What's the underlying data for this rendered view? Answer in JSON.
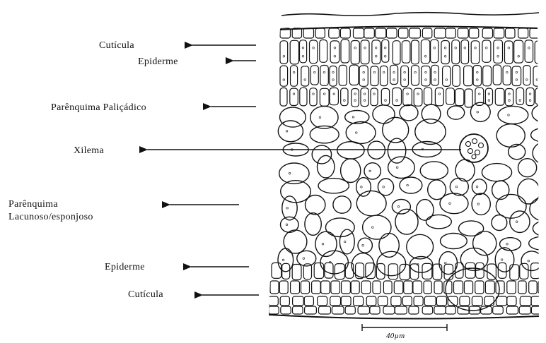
{
  "labels": {
    "cuticula_top": "Cutícula",
    "epiderme_top": "Epiderme",
    "palicadico": "Parênquima Paliçádico",
    "xilema": "Xilema",
    "lacunoso_line1": "Parênquima",
    "lacunoso_line2": "Lacunoso/esponjoso",
    "epiderme_bottom": "Epiderme",
    "cuticula_bottom": "Cutícula"
  },
  "scale_bar": {
    "text": "40µm"
  },
  "colors": {
    "ink": "#111111",
    "background": "#ffffff"
  }
}
